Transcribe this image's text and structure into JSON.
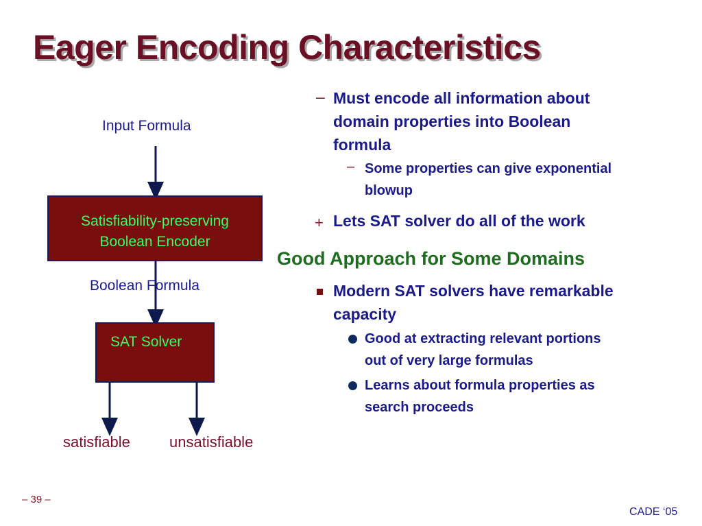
{
  "title": "Eager Encoding Characteristics",
  "diagram": {
    "input_label": "Input Formula",
    "encoder_line1": "Satisfiability-preserving",
    "encoder_line2": "Boolean Encoder",
    "middle_label": "Boolean  Formula",
    "solver_label": "SAT Solver",
    "out_sat": "satisfiable",
    "out_unsat": "unsatisfiable"
  },
  "points": {
    "p1_mark": "–",
    "p1_line1": "Must encode all information about",
    "p1_line2": "domain properties into Boolean",
    "p1_line3": "formula",
    "p1a_mark": "–",
    "p1a_line1": "Some properties can give exponential",
    "p1a_line2": "blowup",
    "p2_mark": "+",
    "p2_text": "Lets SAT solver do all of the work"
  },
  "section_heading": "Good Approach for Some Domains",
  "section": {
    "s1_line1": "Modern SAT solvers have remarkable",
    "s1_line2": "capacity",
    "s1a_line1": "Good at extracting relevant portions",
    "s1a_line2": "out of very large formulas",
    "s1b_line1": "Learns about formula properties as",
    "s1b_line2": "search proceeds"
  },
  "footer": {
    "page": "– 39 –",
    "conf": "CADE ‘05"
  }
}
